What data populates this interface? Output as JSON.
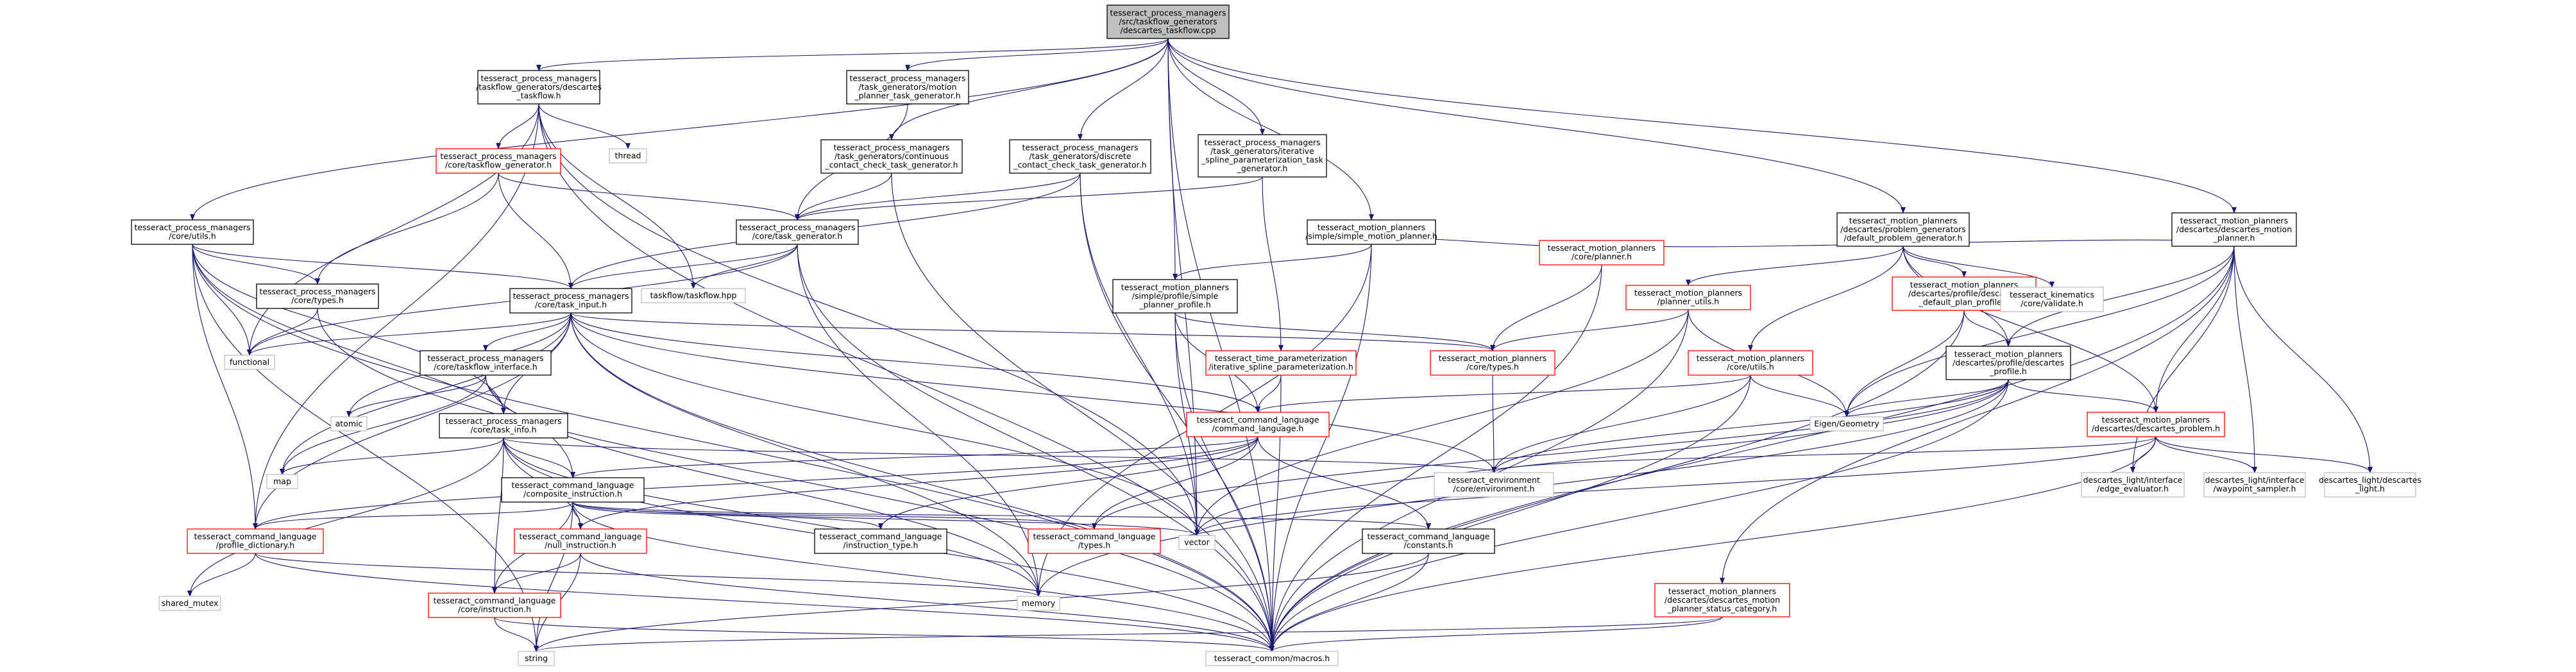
{
  "title": "tesseract_process_managers/src/taskflow_generators/descartes_taskflow.cpp",
  "colors": {
    "edge": "#191970",
    "root_fill": "#bfbfbf",
    "node_border": "#000000",
    "missing_border": "#ff0000",
    "external_border": "#bfbfbf"
  },
  "nodes": [
    {
      "id": "root",
      "lines": [
        "tesseract_process_managers",
        "/src/taskflow_generators",
        "/descartes_taskflow.cpp"
      ],
      "kind": "root"
    },
    {
      "id": "descartes_taskflow_h",
      "lines": [
        "tesseract_process_managers",
        "/taskflow_generators/descartes",
        "_taskflow.h"
      ],
      "kind": "normal"
    },
    {
      "id": "motion_planner_task_generator_h",
      "lines": [
        "tesseract_process_managers",
        "/task_generators/motion",
        "_planner_task_generator.h"
      ],
      "kind": "normal"
    },
    {
      "id": "continuous_contact_check_h",
      "lines": [
        "tesseract_process_managers",
        "/task_generators/continuous",
        "_contact_check_task_generator.h"
      ],
      "kind": "normal"
    },
    {
      "id": "discrete_contact_check_h",
      "lines": [
        "tesseract_process_managers",
        "/task_generators/discrete",
        "_contact_check_task_generator.h"
      ],
      "kind": "normal"
    },
    {
      "id": "iterative_spline_task_generator_h",
      "lines": [
        "tesseract_process_managers",
        "/task_generators/iterative",
        "_spline_parameterization_task",
        "_generator.h"
      ],
      "kind": "normal"
    },
    {
      "id": "taskflow_generator_h",
      "lines": [
        "tesseract_process_managers",
        "/core/taskflow_generator.h"
      ],
      "kind": "missing"
    },
    {
      "id": "thread",
      "lines": [
        "thread"
      ],
      "kind": "external"
    },
    {
      "id": "core_utils_h",
      "lines": [
        "tesseract_process_managers",
        "/core/utils.h"
      ],
      "kind": "normal"
    },
    {
      "id": "task_generator_h",
      "lines": [
        "tesseract_process_managers",
        "/core/task_generator.h"
      ],
      "kind": "normal"
    },
    {
      "id": "simple_motion_planner_h",
      "lines": [
        "tesseract_motion_planners",
        "/simple/simple_motion_planner.h"
      ],
      "kind": "normal"
    },
    {
      "id": "core_types_h",
      "lines": [
        "tesseract_process_managers",
        "/core/types.h"
      ],
      "kind": "normal"
    },
    {
      "id": "task_input_h",
      "lines": [
        "tesseract_process_managers",
        "/core/task_input.h"
      ],
      "kind": "normal"
    },
    {
      "id": "taskflow_hpp",
      "lines": [
        "taskflow/taskflow.hpp"
      ],
      "kind": "external"
    },
    {
      "id": "simple_planner_profile_h",
      "lines": [
        "tesseract_motion_planners",
        "/simple/profile/simple",
        "_planner_profile.h"
      ],
      "kind": "normal"
    },
    {
      "id": "mp_core_planner_h",
      "lines": [
        "tesseract_motion_planners",
        "/core/planner.h"
      ],
      "kind": "missing"
    },
    {
      "id": "default_problem_generator_h",
      "lines": [
        "tesseract_motion_planners",
        "/descartes/problem_generators",
        "/default_problem_generator.h"
      ],
      "kind": "normal"
    },
    {
      "id": "descartes_motion_planner_h",
      "lines": [
        "tesseract_motion_planners",
        "/descartes/descartes_motion",
        "_planner.h"
      ],
      "kind": "normal"
    },
    {
      "id": "functional",
      "lines": [
        "functional"
      ],
      "kind": "external"
    },
    {
      "id": "taskflow_interface_h",
      "lines": [
        "tesseract_process_managers",
        "/core/taskflow_interface.h"
      ],
      "kind": "normal"
    },
    {
      "id": "atomic",
      "lines": [
        "atomic"
      ],
      "kind": "external"
    },
    {
      "id": "iterative_spline_param_h",
      "lines": [
        "tesseract_time_parameterization",
        "/iterative_spline_parameterization.h"
      ],
      "kind": "missing"
    },
    {
      "id": "mp_core_types_h",
      "lines": [
        "tesseract_motion_planners",
        "/core/types.h"
      ],
      "kind": "missing"
    },
    {
      "id": "planner_utils_h",
      "lines": [
        "tesseract_motion_planners",
        "/planner_utils.h"
      ],
      "kind": "missing"
    },
    {
      "id": "default_plan_profile_h",
      "lines": [
        "tesseract_motion_planners",
        "/descartes/profile/descartes",
        "_default_plan_profile.h"
      ],
      "kind": "missing"
    },
    {
      "id": "kinematics_validate_h",
      "lines": [
        "tesseract_kinematics",
        "/core/validate.h"
      ],
      "kind": "external"
    },
    {
      "id": "mp_core_utils_h",
      "lines": [
        "tesseract_motion_planners",
        "/core/utils.h"
      ],
      "kind": "missing"
    },
    {
      "id": "eigen_geometry",
      "lines": [
        "Eigen/Geometry"
      ],
      "kind": "external"
    },
    {
      "id": "descartes_profile_h",
      "lines": [
        "tesseract_motion_planners",
        "/descartes/profile/descartes",
        "_profile.h"
      ],
      "kind": "normal"
    },
    {
      "id": "task_info_h",
      "lines": [
        "tesseract_process_managers",
        "/core/task_info.h"
      ],
      "kind": "normal"
    },
    {
      "id": "map",
      "lines": [
        "map"
      ],
      "kind": "external"
    },
    {
      "id": "command_language_h",
      "lines": [
        "tesseract_command_language",
        "/command_language.h"
      ],
      "kind": "missing"
    },
    {
      "id": "descartes_problem_h",
      "lines": [
        "tesseract_motion_planners",
        "/descartes/descartes_problem.h"
      ],
      "kind": "missing"
    },
    {
      "id": "environment_h",
      "lines": [
        "tesseract_environment",
        "/core/environment.h"
      ],
      "kind": "external"
    },
    {
      "id": "edge_evaluator_h",
      "lines": [
        "descartes_light/interface",
        "/edge_evaluator.h"
      ],
      "kind": "external"
    },
    {
      "id": "waypoint_sampler_h",
      "lines": [
        "descartes_light/interface",
        "/waypoint_sampler.h"
      ],
      "kind": "external"
    },
    {
      "id": "descartes_light_h",
      "lines": [
        "descartes_light/descartes",
        "_light.h"
      ],
      "kind": "external"
    },
    {
      "id": "composite_instruction_h",
      "lines": [
        "tesseract_command_language",
        "/composite_instruction.h"
      ],
      "kind": "normal"
    },
    {
      "id": "profile_dictionary_h",
      "lines": [
        "tesseract_command_language",
        "/profile_dictionary.h"
      ],
      "kind": "missing"
    },
    {
      "id": "null_instruction_h",
      "lines": [
        "tesseract_command_language",
        "/null_instruction.h"
      ],
      "kind": "missing"
    },
    {
      "id": "instruction_type_h",
      "lines": [
        "tesseract_command_language",
        "/instruction_type.h"
      ],
      "kind": "normal"
    },
    {
      "id": "cl_types_h",
      "lines": [
        "tesseract_command_language",
        "/types.h"
      ],
      "kind": "missing"
    },
    {
      "id": "vector",
      "lines": [
        "vector"
      ],
      "kind": "external"
    },
    {
      "id": "constants_h",
      "lines": [
        "tesseract_command_language",
        "/constants.h"
      ],
      "kind": "normal"
    },
    {
      "id": "shared_mutex",
      "lines": [
        "shared_mutex"
      ],
      "kind": "external"
    },
    {
      "id": "memory",
      "lines": [
        "memory"
      ],
      "kind": "external"
    },
    {
      "id": "core_instruction_h",
      "lines": [
        "tesseract_command_language",
        "/core/instruction.h"
      ],
      "kind": "missing"
    },
    {
      "id": "planner_status_category_h",
      "lines": [
        "tesseract_motion_planners",
        "/descartes/descartes_motion",
        "_planner_status_category.h"
      ],
      "kind": "missing"
    },
    {
      "id": "string",
      "lines": [
        "string"
      ],
      "kind": "external"
    },
    {
      "id": "macros_h",
      "lines": [
        "tesseract_common/macros.h"
      ],
      "kind": "external"
    }
  ],
  "edges": [
    [
      "root",
      "descartes_taskflow_h"
    ],
    [
      "root",
      "motion_planner_task_generator_h"
    ],
    [
      "root",
      "continuous_contact_check_h"
    ],
    [
      "root",
      "discrete_contact_check_h"
    ],
    [
      "root",
      "iterative_spline_task_generator_h"
    ],
    [
      "root",
      "simple_motion_planner_h"
    ],
    [
      "root",
      "default_problem_generator_h"
    ],
    [
      "root",
      "descartes_motion_planner_h"
    ],
    [
      "root",
      "core_utils_h"
    ],
    [
      "root",
      "vector"
    ],
    [
      "root",
      "macros_h"
    ],
    [
      "root",
      "simple_planner_profile_h"
    ],
    [
      "descartes_taskflow_h",
      "taskflow_generator_h"
    ],
    [
      "descartes_taskflow_h",
      "thread"
    ],
    [
      "descartes_taskflow_h",
      "taskflow_hpp"
    ],
    [
      "descartes_taskflow_h",
      "functional"
    ],
    [
      "descartes_taskflow_h",
      "profile_dictionary_h"
    ],
    [
      "descartes_taskflow_h",
      "vector"
    ],
    [
      "descartes_taskflow_h",
      "macros_h"
    ],
    [
      "motion_planner_task_generator_h",
      "task_generator_h"
    ],
    [
      "continuous_contact_check_h",
      "task_generator_h"
    ],
    [
      "continuous_contact_check_h",
      "macros_h"
    ],
    [
      "discrete_contact_check_h",
      "task_generator_h"
    ],
    [
      "discrete_contact_check_h",
      "task_input_h"
    ],
    [
      "discrete_contact_check_h",
      "macros_h"
    ],
    [
      "discrete_contact_check_h",
      "vector"
    ],
    [
      "iterative_spline_task_generator_h",
      "task_generator_h"
    ],
    [
      "iterative_spline_task_generator_h",
      "iterative_spline_param_h"
    ],
    [
      "taskflow_generator_h",
      "core_types_h"
    ],
    [
      "taskflow_generator_h",
      "task_generator_h"
    ],
    [
      "taskflow_generator_h",
      "task_input_h"
    ],
    [
      "core_utils_h",
      "core_types_h"
    ],
    [
      "core_utils_h",
      "task_input_h"
    ],
    [
      "core_utils_h",
      "functional"
    ],
    [
      "core_utils_h",
      "composite_instruction_h"
    ],
    [
      "core_utils_h",
      "task_info_h"
    ],
    [
      "core_utils_h",
      "macros_h"
    ],
    [
      "core_utils_h",
      "string"
    ],
    [
      "core_utils_h",
      "profile_dictionary_h"
    ],
    [
      "task_generator_h",
      "task_input_h"
    ],
    [
      "task_generator_h",
      "taskflow_hpp"
    ],
    [
      "task_generator_h",
      "memory"
    ],
    [
      "task_generator_h",
      "macros_h"
    ],
    [
      "task_generator_h",
      "functional"
    ],
    [
      "simple_motion_planner_h",
      "simple_planner_profile_h"
    ],
    [
      "simple_motion_planner_h",
      "mp_core_planner_h"
    ],
    [
      "simple_motion_planner_h",
      "macros_h"
    ],
    [
      "simple_motion_planner_h",
      "memory"
    ],
    [
      "core_types_h",
      "functional"
    ],
    [
      "core_types_h",
      "macros_h"
    ],
    [
      "task_input_h",
      "taskflow_interface_h"
    ],
    [
      "task_input_h",
      "task_info_h"
    ],
    [
      "task_input_h",
      "atomic"
    ],
    [
      "task_input_h",
      "map"
    ],
    [
      "task_input_h",
      "functional"
    ],
    [
      "task_input_h",
      "mp_core_types_h"
    ],
    [
      "task_input_h",
      "environment_h"
    ],
    [
      "task_input_h",
      "command_language_h"
    ],
    [
      "task_input_h",
      "profile_dictionary_h"
    ],
    [
      "task_input_h",
      "memory"
    ],
    [
      "task_input_h",
      "vector"
    ],
    [
      "task_input_h",
      "macros_h"
    ],
    [
      "simple_planner_profile_h",
      "command_language_h"
    ],
    [
      "simple_planner_profile_h",
      "mp_core_types_h"
    ],
    [
      "simple_planner_profile_h",
      "macros_h"
    ],
    [
      "simple_planner_profile_h",
      "vector"
    ],
    [
      "mp_core_planner_h",
      "mp_core_types_h"
    ],
    [
      "mp_core_planner_h",
      "macros_h"
    ],
    [
      "default_problem_generator_h",
      "planner_utils_h"
    ],
    [
      "default_problem_generator_h",
      "default_plan_profile_h"
    ],
    [
      "default_problem_generator_h",
      "kinematics_validate_h"
    ],
    [
      "default_problem_generator_h",
      "descartes_profile_h"
    ],
    [
      "default_problem_generator_h",
      "mp_core_utils_h"
    ],
    [
      "default_problem_generator_h",
      "descartes_problem_h"
    ],
    [
      "descartes_motion_planner_h",
      "mp_core_planner_h"
    ],
    [
      "descartes_motion_planner_h",
      "descartes_profile_h"
    ],
    [
      "descartes_motion_planner_h",
      "descartes_problem_h"
    ],
    [
      "descartes_motion_planner_h",
      "planner_status_category_h"
    ],
    [
      "descartes_motion_planner_h",
      "macros_h"
    ],
    [
      "descartes_motion_planner_h",
      "eigen_geometry"
    ],
    [
      "descartes_motion_planner_h",
      "edge_evaluator_h"
    ],
    [
      "descartes_motion_planner_h",
      "waypoint_sampler_h"
    ],
    [
      "descartes_motion_planner_h",
      "descartes_light_h"
    ],
    [
      "taskflow_interface_h",
      "task_info_h"
    ],
    [
      "taskflow_interface_h",
      "atomic"
    ],
    [
      "taskflow_interface_h",
      "map"
    ],
    [
      "taskflow_interface_h",
      "memory"
    ],
    [
      "iterative_spline_param_h",
      "command_language_h"
    ],
    [
      "iterative_spline_param_h",
      "macros_h"
    ],
    [
      "mp_core_types_h",
      "environment_h"
    ],
    [
      "planner_utils_h",
      "mp_core_types_h"
    ],
    [
      "planner_utils_h",
      "eigen_geometry"
    ],
    [
      "planner_utils_h",
      "macros_h"
    ],
    [
      "planner_utils_h",
      "vector"
    ],
    [
      "default_plan_profile_h",
      "descartes_profile_h"
    ],
    [
      "default_plan_profile_h",
      "eigen_geometry"
    ],
    [
      "default_plan_profile_h",
      "macros_h"
    ],
    [
      "mp_core_utils_h",
      "command_language_h"
    ],
    [
      "mp_core_utils_h",
      "environment_h"
    ],
    [
      "mp_core_utils_h",
      "eigen_geometry"
    ],
    [
      "mp_core_utils_h",
      "macros_h"
    ],
    [
      "descartes_profile_h",
      "descartes_problem_h"
    ],
    [
      "descartes_profile_h",
      "environment_h"
    ],
    [
      "descartes_profile_h",
      "vector"
    ],
    [
      "descartes_profile_h",
      "memory"
    ],
    [
      "descartes_profile_h",
      "macros_h"
    ],
    [
      "descartes_profile_h",
      "eigen_geometry"
    ],
    [
      "descartes_profile_h",
      "cl_types_h"
    ],
    [
      "task_info_h",
      "map"
    ],
    [
      "task_info_h",
      "environment_h"
    ],
    [
      "task_info_h",
      "composite_instruction_h"
    ],
    [
      "task_info_h",
      "null_instruction_h"
    ],
    [
      "task_info_h",
      "core_instruction_h"
    ],
    [
      "task_info_h",
      "shared_mutex"
    ],
    [
      "task_info_h",
      "memory"
    ],
    [
      "task_info_h",
      "macros_h"
    ],
    [
      "command_language_h",
      "composite_instruction_h"
    ],
    [
      "command_language_h",
      "profile_dictionary_h"
    ],
    [
      "command_language_h",
      "instruction_type_h"
    ],
    [
      "command_language_h",
      "cl_types_h"
    ],
    [
      "command_language_h",
      "constants_h"
    ],
    [
      "command_language_h",
      "null_instruction_h"
    ],
    [
      "descartes_problem_h",
      "environment_h"
    ],
    [
      "descartes_problem_h",
      "edge_evaluator_h"
    ],
    [
      "descartes_problem_h",
      "waypoint_sampler_h"
    ],
    [
      "descartes_problem_h",
      "descartes_light_h"
    ],
    [
      "descartes_problem_h",
      "macros_h"
    ],
    [
      "descartes_problem_h",
      "vector"
    ],
    [
      "composite_instruction_h",
      "profile_dictionary_h"
    ],
    [
      "composite_instruction_h",
      "null_instruction_h"
    ],
    [
      "composite_instruction_h",
      "instruction_type_h"
    ],
    [
      "composite_instruction_h",
      "cl_types_h"
    ],
    [
      "composite_instruction_h",
      "constants_h"
    ],
    [
      "composite_instruction_h",
      "core_instruction_h"
    ],
    [
      "composite_instruction_h",
      "vector"
    ],
    [
      "composite_instruction_h",
      "macros_h"
    ],
    [
      "composite_instruction_h",
      "string"
    ],
    [
      "profile_dictionary_h",
      "shared_mutex"
    ],
    [
      "profile_dictionary_h",
      "memory"
    ],
    [
      "profile_dictionary_h",
      "macros_h"
    ],
    [
      "null_instruction_h",
      "core_instruction_h"
    ],
    [
      "null_instruction_h",
      "macros_h"
    ],
    [
      "null_instruction_h",
      "string"
    ],
    [
      "constants_h",
      "string"
    ],
    [
      "constants_h",
      "macros_h"
    ],
    [
      "core_instruction_h",
      "string"
    ],
    [
      "core_instruction_h",
      "macros_h"
    ],
    [
      "planner_status_category_h",
      "string"
    ],
    [
      "planner_status_category_h",
      "macros_h"
    ]
  ]
}
